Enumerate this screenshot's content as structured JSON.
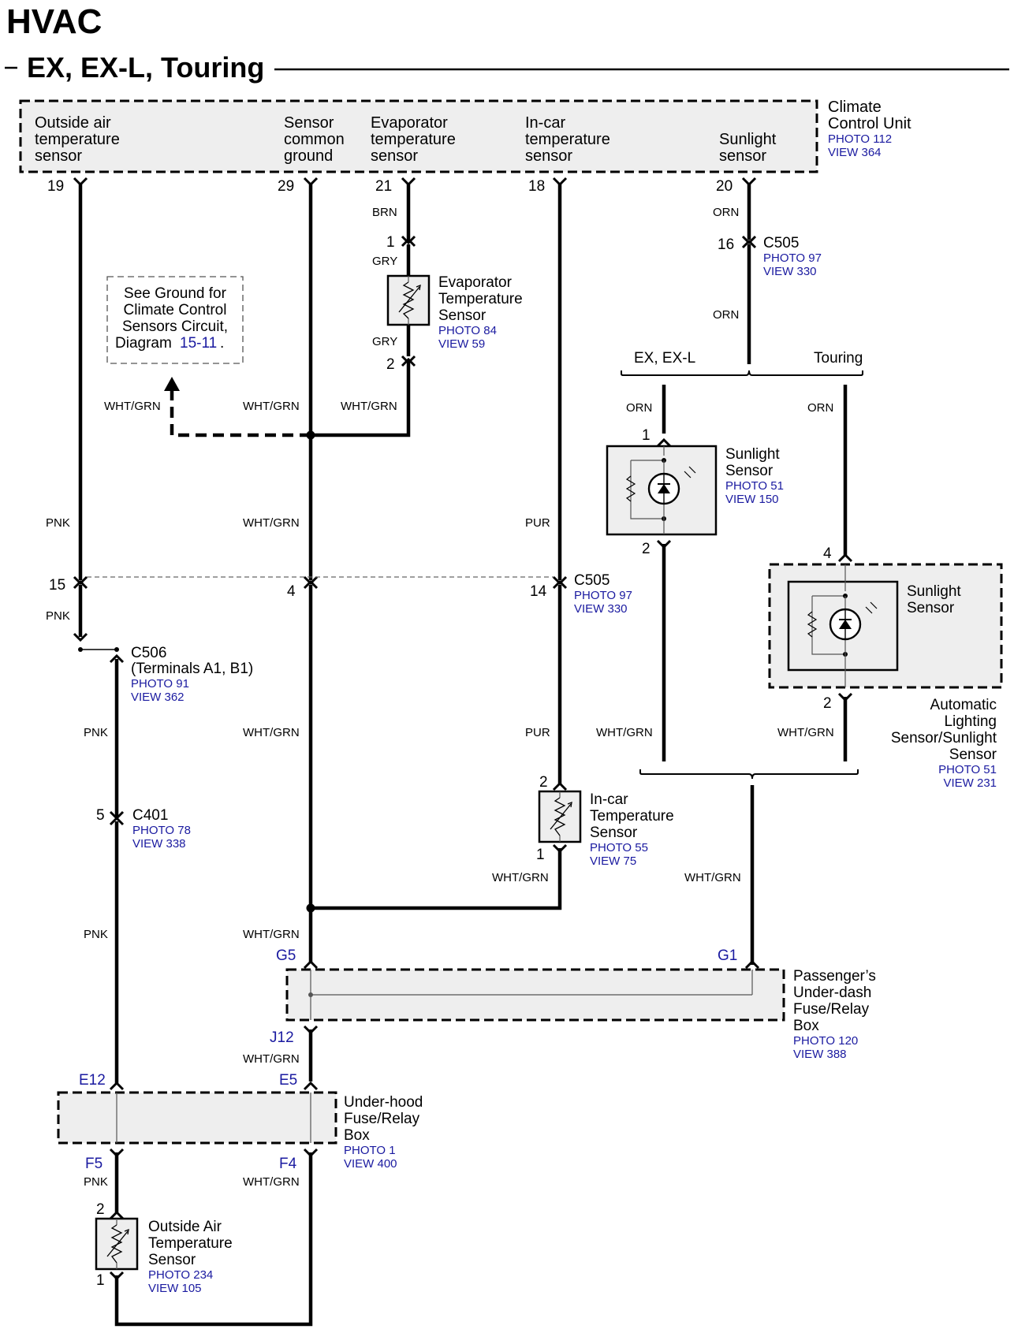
{
  "header": {
    "title": "HVAC",
    "subtitle": "EX, EX-L, Touring"
  },
  "ccu": {
    "name": "Climate Control Unit",
    "name_line1": "Climate",
    "name_line2": "Control Unit",
    "photo": "PHOTO 112",
    "view": "VIEW 364",
    "terminals": [
      {
        "lines": [
          "Outside air",
          "temperature",
          "sensor"
        ],
        "pin": "19"
      },
      {
        "lines": [
          "Sensor",
          "common",
          "ground"
        ],
        "pin": "29"
      },
      {
        "lines": [
          "Evaporator",
          "temperature",
          "sensor"
        ],
        "pin": "21"
      },
      {
        "lines": [
          "In-car",
          "temperature",
          "sensor"
        ],
        "pin": "18"
      },
      {
        "lines": [
          "Sunlight",
          "sensor"
        ],
        "pin": "20"
      }
    ]
  },
  "wires": {
    "brn": "BRN",
    "gry": "GRY",
    "orn": "ORN",
    "pnk": "PNK",
    "pur": "PUR",
    "wht_grn": "WHT/GRN"
  },
  "evap_sensor": {
    "lines": [
      "Evaporator",
      "Temperature",
      "Sensor"
    ],
    "photo": "PHOTO 84",
    "view": "VIEW 59",
    "pin1": "1",
    "pin2": "2"
  },
  "ground_note": {
    "lines": [
      "See Ground for",
      "Climate Control",
      "Sensors Circuit,"
    ],
    "diagram_text": "Diagram",
    "diagram_link": "15-11",
    "period": "."
  },
  "c505_top": {
    "name": "C505",
    "photo": "PHOTO 97",
    "view": "VIEW 330",
    "pin": "16"
  },
  "c505_mid": {
    "name": "C505",
    "photo": "PHOTO 97",
    "view": "VIEW 330",
    "pin15": "15",
    "pin4": "4",
    "pin14": "14"
  },
  "variants": {
    "ex": "EX, EX-L",
    "touring": "Touring"
  },
  "sunlight_sensor": {
    "lines": [
      "Sunlight",
      "Sensor"
    ],
    "photo": "PHOTO 51",
    "view": "VIEW 150",
    "pin1": "1",
    "pin2": "2"
  },
  "auto_light_sensor": {
    "inner_lines": [
      "Sunlight",
      "Sensor"
    ],
    "lines": [
      "Automatic",
      "Lighting",
      "Sensor/Sunlight",
      "Sensor"
    ],
    "photo": "PHOTO 51",
    "view": "VIEW 231",
    "pin4": "4",
    "pin2": "2"
  },
  "c506": {
    "name": "C506",
    "terminals": "(Terminals A1, B1)",
    "photo": "PHOTO 91",
    "view": "VIEW 362"
  },
  "c401": {
    "name": "C401",
    "photo": "PHOTO 78",
    "view": "VIEW 338",
    "pin": "5"
  },
  "incar_sensor": {
    "lines": [
      "In-car",
      "Temperature",
      "Sensor"
    ],
    "photo": "PHOTO 55",
    "view": "VIEW 75",
    "pin2": "2",
    "pin1": "1"
  },
  "passenger_box": {
    "lines": [
      "Passenger’s",
      "Under-dash",
      "Fuse/Relay",
      "Box"
    ],
    "photo": "PHOTO 120",
    "view": "VIEW 388",
    "g5": "G5",
    "g1": "G1",
    "j12": "J12"
  },
  "underhood_box": {
    "lines": [
      "Under-hood",
      "Fuse/Relay",
      "Box"
    ],
    "photo": "PHOTO 1",
    "view": "VIEW 400",
    "e12": "E12",
    "e5": "E5",
    "f5": "F5",
    "f4": "F4"
  },
  "outside_sensor": {
    "lines": [
      "Outside Air",
      "Temperature",
      "Sensor"
    ],
    "photo": "PHOTO 234",
    "view": "VIEW 105",
    "pin2": "2",
    "pin1": "1"
  },
  "colors": {
    "ink": "#000000",
    "ref_blue": "#1a1aa0",
    "box_fill": "#eeeeee"
  }
}
